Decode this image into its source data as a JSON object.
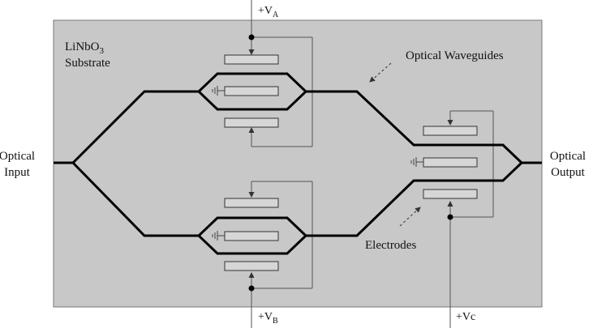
{
  "substrate": {
    "name_main": "LiNbO",
    "name_sub": "3",
    "name_line2": "Substrate"
  },
  "labels": {
    "optical_input_line1": "Optical",
    "optical_input_line2": "Input",
    "optical_output_line1": "Optical",
    "optical_output_line2": "Output",
    "optical_waveguides": "Optical Waveguides",
    "electrodes": "Electrodes",
    "va_main": "+V",
    "va_sub": "A",
    "vb_main": "+V",
    "vb_sub": "B",
    "vc": "+Vc"
  },
  "colors": {
    "substrate_fill": "#c8c8c8",
    "substrate_stroke": "#777777",
    "waveguide": "#000000",
    "electrode_fill": "#d6d6d6",
    "electrode_stroke": "#333333",
    "wire": "#555555"
  }
}
